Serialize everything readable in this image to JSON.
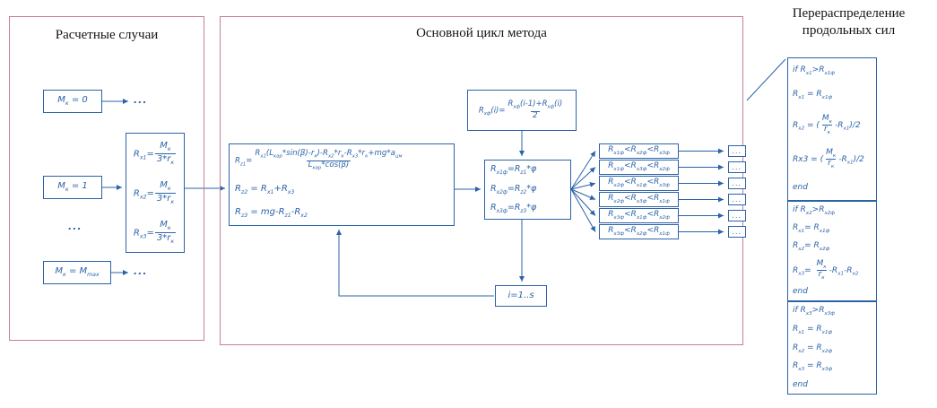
{
  "titles": {
    "left": "Расчетные случаи",
    "middle": "Основной цикл метода",
    "right_line1": "Перераспределение",
    "right_line2": "продольных сил"
  },
  "colors": {
    "ink": "#2b63a8",
    "frame": "#c4808f"
  },
  "left": {
    "cases": [
      "M_{к} = 0",
      "M_{к} = 1",
      "M_{к} = M_{max}"
    ],
    "dots": "...",
    "formula_lines": [
      "R_{х1}=@[M_{к}|3*r_{к}]",
      "R_{х2}=@[M_{к}|3*r_{к}]",
      "R_{х3}=@[M_{к}|3*r_{к}]"
    ]
  },
  "main": {
    "avg_formula": "R_{хф}(i)=@[R_{хф}(i-1)+R_{хф}(i)|2]",
    "system_lines": [
      "R_{z1}=@[R_{х1}(L_{кар}*sin(β)-r_{к})-R_{х2}*r_{к}-R_{х3}*r_{к}+mg*a_{цм}|L_{кар}*cos(β)]",
      "R_{z2} = R_{х1}+R_{х3}",
      "R_{z3} = mg-R_{z1}-R_{х2}"
    ],
    "phi_lines": [
      "R_{х1ф}=R_{z1}*φ",
      "R_{х2ф}=R_{z2}*φ",
      "R_{х3ф}=R_{z3}*φ"
    ],
    "conditions": [
      "R_{х1ф}<R_{х2ф}<R_{х3ф}",
      "R_{х1ф}<R_{х3ф}<R_{х2ф}",
      "R_{х2ф}<R_{х1ф}<R_{х3ф}",
      "R_{х2ф}<R_{х3ф}<R_{х1ф}",
      "R_{х3ф}<R_{х1ф}<R_{х2ф}",
      "R_{х3ф}<R_{х2ф}<R_{х1ф}"
    ],
    "dots_label": "...",
    "iterator": "i=1..s"
  },
  "redistribution": {
    "blocks": [
      {
        "lines": [
          "if R_{х1}>R_{х1ф}",
          "R_{х1} = R_{х1ф}",
          "R_{х2} = (@[M_{к}|r_{к}]-R_{х1})/2",
          "Rх3 = (@[M_{к}|r_{к}]-R_{х1})/2",
          "end"
        ]
      },
      {
        "lines": [
          "if R_{х2}>R_{х2ф}",
          "R_{х1}= R_{х1ф}",
          "R_{х2}= R_{х2ф}",
          "R_{х3}= @[M_{к}|r_{к}]-R_{х1}-R_{х2}",
          "end"
        ]
      },
      {
        "lines": [
          "if R_{х3}>R_{х3ф}",
          "R_{х1} = R_{х1ф}",
          "R_{х2} = R_{х2ф}",
          "R_{х3} = R_{х3ф}",
          "end"
        ]
      }
    ]
  }
}
